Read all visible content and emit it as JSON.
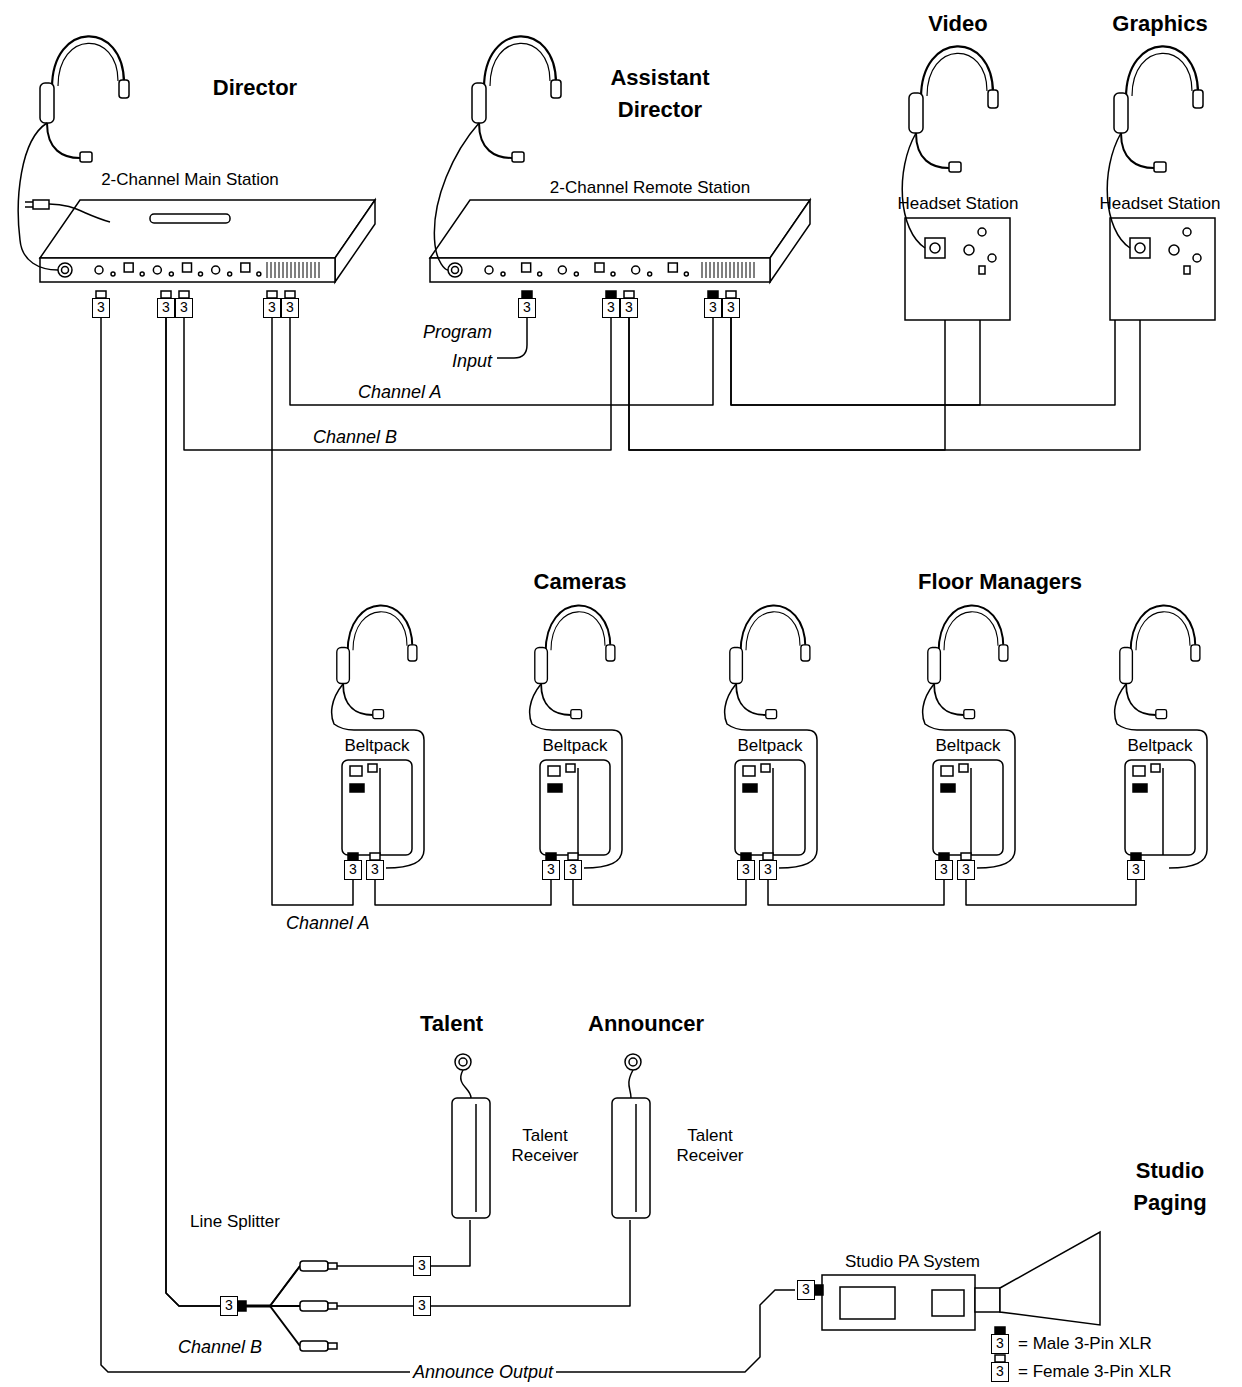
{
  "diagram": {
    "nodes": [
      {
        "text": [
          "Director",
          "2-Channel Main Station"
        ]
      },
      {
        "text": [
          "Assistant Director",
          "2-Channel Remote Station"
        ]
      },
      {
        "text": [
          "Video",
          "Headset Station"
        ]
      },
      {
        "text": [
          "Graphics",
          "Headset Station"
        ]
      },
      {
        "text": [
          "Beltpack"
        ]
      },
      {
        "text": [
          "Beltpack"
        ]
      },
      {
        "text": [
          "Beltpack"
        ]
      },
      {
        "text": [
          "Beltpack"
        ]
      },
      {
        "text": [
          "Beltpack"
        ]
      },
      {
        "text": [
          "Talent",
          "Talent Receiver"
        ]
      },
      {
        "text": [
          "Announcer",
          "Talent Receiver"
        ]
      },
      {
        "text": [
          "Studio PA System",
          "Studio Paging"
        ]
      }
    ],
    "edges": [
      {
        "from": 0,
        "to": 1,
        "arrow": "none",
        "label": "Channel A"
      },
      {
        "from": 0,
        "to": 1,
        "arrow": "none",
        "label": "Channel B"
      },
      {
        "from": 1,
        "to": 2,
        "arrow": "none"
      },
      {
        "from": 1,
        "to": 3,
        "arrow": "none"
      },
      {
        "from": 1,
        "to": 2,
        "arrow": "none"
      },
      {
        "from": 1,
        "to": 3,
        "arrow": "none"
      },
      {
        "from": 0,
        "to": 4,
        "arrow": "none",
        "label": "Channel A"
      },
      {
        "from": 4,
        "to": 5,
        "arrow": "none"
      },
      {
        "from": 5,
        "to": 6,
        "arrow": "none"
      },
      {
        "from": 6,
        "to": 7,
        "arrow": "none"
      },
      {
        "from": 7,
        "to": 8,
        "arrow": "none"
      },
      {
        "from": 0,
        "to": 9,
        "arrow": "none",
        "label": "Channel B"
      },
      {
        "from": 0,
        "to": 10,
        "arrow": "none"
      },
      {
        "from": 0,
        "to": 11,
        "arrow": "none",
        "label": "Announce Output"
      }
    ],
    "labels": [
      "Program Input",
      "Cameras",
      "Floor Managers",
      "Line Splitter",
      "3",
      "3",
      "3",
      "3",
      "3",
      "3",
      "3",
      "3",
      "3",
      "3",
      "3",
      "3",
      "3",
      "3",
      "3",
      "3",
      "3",
      "3",
      "3",
      "3",
      "3",
      "3",
      "3",
      "3",
      "3"
    ],
    "legend": [
      {
        "text": "= Male 3-Pin XLR"
      },
      {
        "text": "= Female 3-Pin XLR"
      }
    ]
  }
}
